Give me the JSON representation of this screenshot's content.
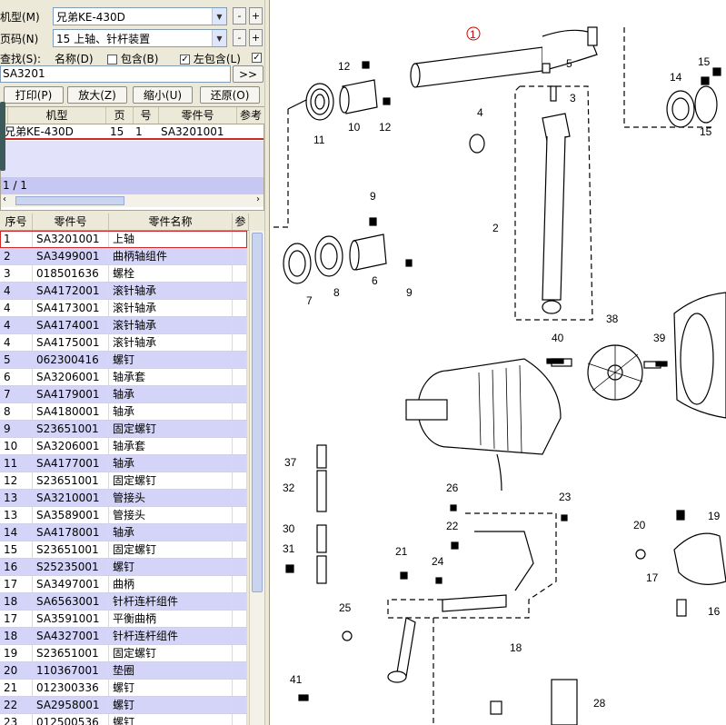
{
  "form": {
    "model_label": "机型(M)",
    "model_value": "兄弟KE-430D",
    "page_label": "页码(N)",
    "page_value": "15 上轴、针杆装置",
    "search_label": "查找(S):",
    "name_label": "名称(D)",
    "include_label": "包含(B)",
    "left_include_label": "左包含(L)",
    "search_value": "SA3201",
    "go_label": ">>",
    "minus": "-",
    "plus": "+"
  },
  "toolbar": {
    "print": "打印(P)",
    "zoom_in": "放大(Z)",
    "zoom_out": "缩小(U)",
    "restore": "还原(O)"
  },
  "result_grid": {
    "headers": [
      "机型",
      "页",
      "号",
      "零件号",
      "参考"
    ],
    "rows": [
      {
        "model": "兄弟KE-430D",
        "page": "15",
        "no": "1",
        "part": "SA3201001"
      }
    ],
    "pager": "1 / 1"
  },
  "parts_table": {
    "headers": [
      "序号",
      "零件号",
      "零件名称",
      "参"
    ],
    "rows": [
      {
        "seq": "1",
        "part": "SA3201001",
        "name": "上轴"
      },
      {
        "seq": "2",
        "part": "SA3499001",
        "name": "曲柄轴组件"
      },
      {
        "seq": "3",
        "part": "018501636",
        "name": "螺栓"
      },
      {
        "seq": "4",
        "part": "SA4172001",
        "name": "滚针轴承"
      },
      {
        "seq": "4",
        "part": "SA4173001",
        "name": "滚针轴承"
      },
      {
        "seq": "4",
        "part": "SA4174001",
        "name": "滚针轴承"
      },
      {
        "seq": "4",
        "part": "SA4175001",
        "name": "滚针轴承"
      },
      {
        "seq": "5",
        "part": "062300416",
        "name": "螺钉"
      },
      {
        "seq": "6",
        "part": "SA3206001",
        "name": "轴承套"
      },
      {
        "seq": "7",
        "part": "SA4179001",
        "name": "轴承"
      },
      {
        "seq": "8",
        "part": "SA4180001",
        "name": "轴承"
      },
      {
        "seq": "9",
        "part": "S23651001",
        "name": "固定螺钉"
      },
      {
        "seq": "10",
        "part": "SA3206001",
        "name": "轴承套"
      },
      {
        "seq": "11",
        "part": "SA4177001",
        "name": "轴承"
      },
      {
        "seq": "12",
        "part": "S23651001",
        "name": "固定螺钉"
      },
      {
        "seq": "13",
        "part": "SA3210001",
        "name": "管接头"
      },
      {
        "seq": "13",
        "part": "SA3589001",
        "name": "管接头"
      },
      {
        "seq": "14",
        "part": "SA4178001",
        "name": "轴承"
      },
      {
        "seq": "15",
        "part": "S23651001",
        "name": "固定螺钉"
      },
      {
        "seq": "16",
        "part": "S25235001",
        "name": "螺钉"
      },
      {
        "seq": "17",
        "part": "SA3497001",
        "name": "曲柄"
      },
      {
        "seq": "18",
        "part": "SA6563001",
        "name": "针杆连杆组件"
      },
      {
        "seq": "17",
        "part": "SA3591001",
        "name": "平衡曲柄"
      },
      {
        "seq": "18",
        "part": "SA4327001",
        "name": "针杆连杆组件"
      },
      {
        "seq": "19",
        "part": "S23651001",
        "name": "固定螺钉"
      },
      {
        "seq": "20",
        "part": "110367001",
        "name": "垫圈"
      },
      {
        "seq": "21",
        "part": "012300336",
        "name": "螺钉"
      },
      {
        "seq": "22",
        "part": "SA2958001",
        "name": "螺钉"
      },
      {
        "seq": "23",
        "part": "012500536",
        "name": "螺钉"
      }
    ]
  },
  "diagram": {
    "callouts": [
      "1",
      "2",
      "3",
      "4",
      "5",
      "6",
      "7",
      "8",
      "9",
      "9",
      "10",
      "11",
      "12",
      "12",
      "14",
      "15",
      "15",
      "16",
      "17",
      "18",
      "19",
      "20",
      "21",
      "22",
      "23",
      "24",
      "25",
      "26",
      "28",
      "30",
      "31",
      "32",
      "37",
      "38",
      "39",
      "40",
      "41"
    ],
    "highlight_color": "#cc0000"
  }
}
